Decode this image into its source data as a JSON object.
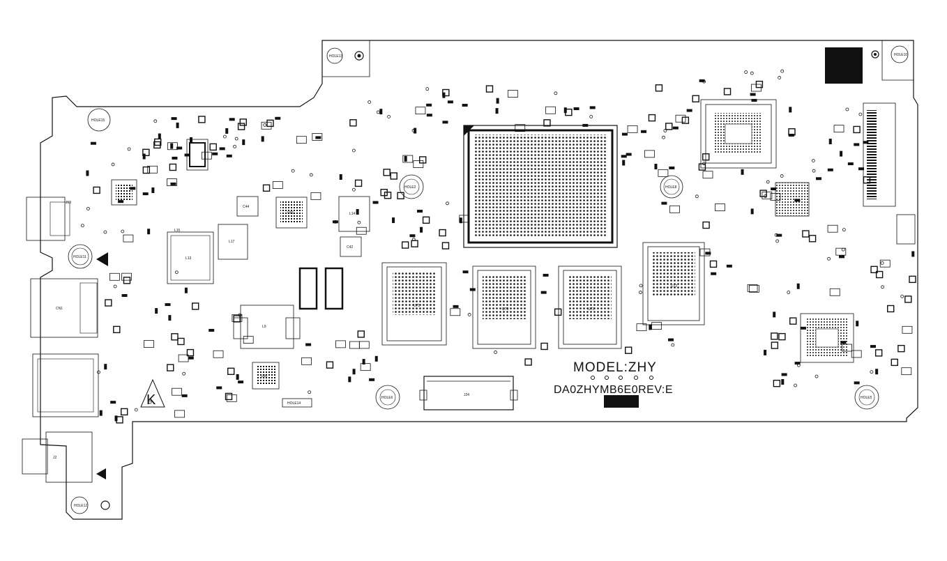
{
  "board": {
    "model_text": "MODEL:ZHY",
    "rev_text": "DA0ZHYMB6E0REV:E",
    "logo_glyph": "K",
    "colors": {
      "ink": "#111111",
      "paper": "#ffffff"
    }
  },
  "holes": [
    {
      "name": "hole-top-left",
      "label": "HOLE13"
    },
    {
      "name": "hole-left-upper",
      "label": "HOLE15"
    },
    {
      "name": "hole-left-middle",
      "label": "HOLE11"
    },
    {
      "name": "hole-center-left",
      "label": "HOLE2"
    },
    {
      "name": "hole-center-right",
      "label": "HOLE8"
    },
    {
      "name": "hole-top-right",
      "label": "HOLE10"
    },
    {
      "name": "hole-bottom-center-left",
      "label": "HOLE6"
    },
    {
      "name": "hole-bottom-right",
      "label": "HOLE5"
    },
    {
      "name": "hole-bottom-left",
      "label": "HOLE12"
    },
    {
      "name": "hole-edge-bottom",
      "label": "HOLE14"
    }
  ],
  "chips": [
    {
      "name": "cpu",
      "label": ""
    },
    {
      "name": "ram-1",
      "label": "U71"
    },
    {
      "name": "ram-2",
      "label": "U70"
    },
    {
      "name": "ram-3",
      "label": "U73"
    },
    {
      "name": "ram-4",
      "label": "U72"
    },
    {
      "name": "emmc",
      "label": ""
    },
    {
      "name": "controller-right",
      "label": ""
    },
    {
      "name": "pmic-left",
      "label": "U65"
    },
    {
      "name": "pmic-center",
      "label": "U66"
    },
    {
      "name": "audio-codec",
      "label": "U60"
    }
  ],
  "parts": {
    "inductor_l13": "L13",
    "inductor_l15": "L15",
    "inductor_l17": "L17",
    "inductor_l14": "L14",
    "coil_l9": "L9",
    "connector_j24": "J24",
    "connector_j2": "J2",
    "connector_j13": "J13",
    "connector_cn1": "CN1",
    "cap_c44": "C44",
    "cap_c42": "C42"
  }
}
